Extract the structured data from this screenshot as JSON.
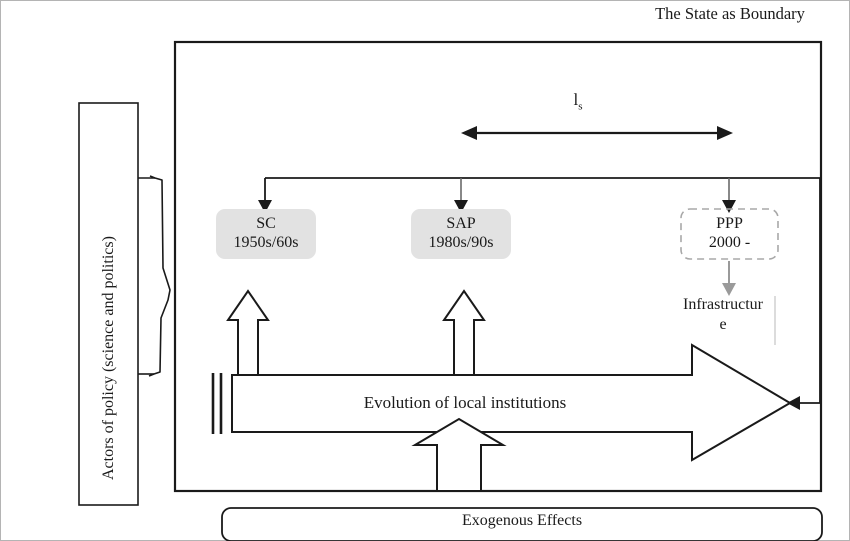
{
  "diagram": {
    "title": "The State as Boundary",
    "outer_frame_name": "state-as-boundary-frame",
    "actors_label": "Actors of policy (science and politics)",
    "span_label_main": "l",
    "span_label_sub": "s",
    "evolution_label": "Evolution of local institutions",
    "exogenous_label": "Exogenous Effects",
    "infrastructure_label_line1": "Infrastructur",
    "infrastructure_label_line2": "e",
    "phases": [
      {
        "name": "SC",
        "period": "1950s/60s",
        "style": "filled"
      },
      {
        "name": "SAP",
        "period": "1980s/90s",
        "style": "filled"
      },
      {
        "name": "PPP",
        "period": "2000 -",
        "style": "dashed"
      }
    ],
    "colors": {
      "stroke": "#1a1a1a",
      "phase_fill": "#e2e2e2",
      "phase_dashed_stroke": "#a8a8a8",
      "gray_arrow": "#8c8c8c",
      "outer_border": "#b4b4b4",
      "text": "#1a1a1a"
    }
  }
}
